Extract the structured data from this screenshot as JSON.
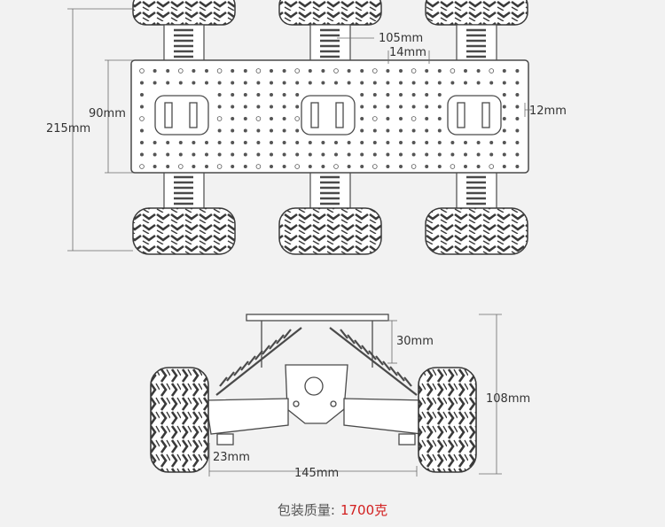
{
  "top_view": {
    "dim_width": "215mm",
    "dim_plate_height": "90mm",
    "dim_wheelbase": "105mm",
    "dim_slot_spacing": "14mm",
    "dim_edge": "12mm"
  },
  "side_view": {
    "dim_top": "30mm",
    "dim_height": "108mm",
    "dim_ground": "23mm",
    "dim_track": "145mm"
  },
  "caption": {
    "label": "包装质量:",
    "value": "1700克"
  },
  "colors": {
    "line": "#4a4a4a",
    "dim": "#6a6a6a",
    "tire": "#3a3a3a",
    "accent": "#d21f1f"
  }
}
